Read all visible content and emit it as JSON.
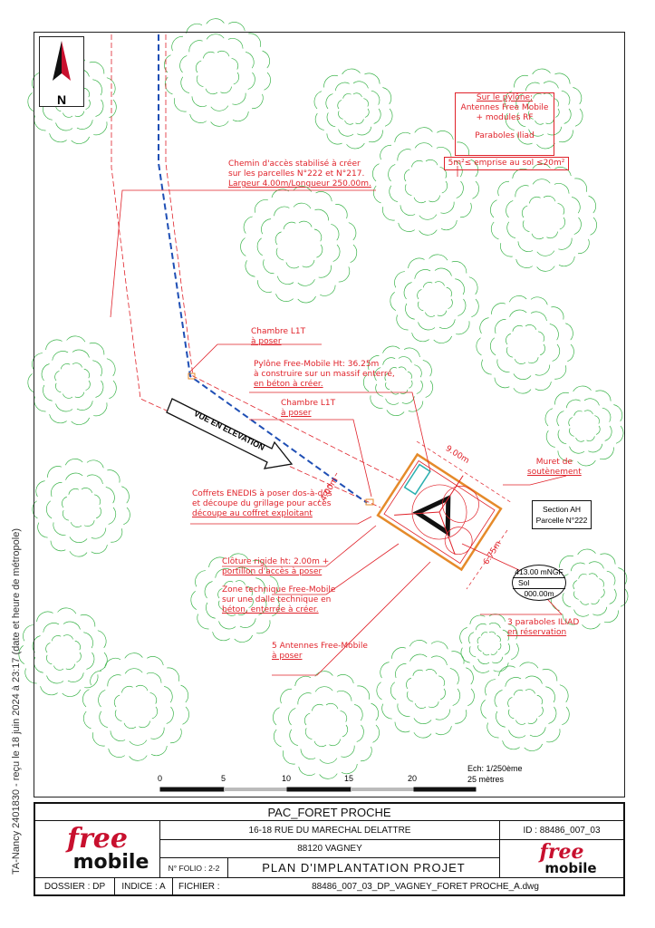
{
  "north": {
    "label": "N"
  },
  "stamp": "TA-Nancy 2401830 - reçu le 18 juin 2024 à 23:17 (date et heure de métropole)",
  "annotations": {
    "pylon_box": {
      "title": "Sur le pylône:",
      "line1": "Antennes Free Mobile",
      "line2": "+ modules RF",
      "line3": "Paraboles Iliad"
    },
    "emprise": "5m²≤ emprise au sol ≤20m²",
    "chemin": [
      "Chemin d'accès stabilisé à créer",
      "sur les parcelles N°222 et N°217.",
      "Largeur 4.00m/Longueur 250.00m."
    ],
    "chambre1": [
      "Chambre L1T",
      "à poser"
    ],
    "pylone": [
      "Pylône Free-Mobile Ht: 36.25m",
      "à construire sur un massif enterré,",
      "en béton à créer."
    ],
    "chambre2": [
      "Chambre L1T",
      "à poser"
    ],
    "vue": "VUE EN ELEVATION",
    "muret": [
      "Muret de",
      "soutènement"
    ],
    "section": [
      "Section AH",
      "Parcelle N°222"
    ],
    "coffrets": [
      "Coffrets ENEDIS à poser dos-à-dos",
      "et découpe du grillage pour accès",
      "découpe au coffret exploitant"
    ],
    "cloture": [
      "Clôture rigide ht: 2.00m +",
      "portillon d'accès à poser"
    ],
    "zone": [
      "Zone technique Free-Mobile",
      "sur une dalle technique en",
      "béton, enterrée à créer."
    ],
    "antennes": [
      "5 Antennes Free-Mobile",
      "à poser"
    ],
    "paraboles": [
      "3 paraboles ILIAD",
      "en réservation"
    ],
    "dim_width": "9.00m",
    "dim_depth": "6.75m",
    "dim_road": "4.00m",
    "level": {
      "ngf": "413.00 mNGF",
      "sol": "Sol",
      "zero": "000.00m"
    }
  },
  "scale": {
    "ticks": [
      "0",
      "5",
      "10",
      "15",
      "20"
    ],
    "ech": "Ech: 1/250ème",
    "length": "25 mètres"
  },
  "title_block": {
    "project": "PAC_FORET PROCHE",
    "address": "16-18 RUE DU MARECHAL DELATTRE",
    "city": "88120 VAGNEY",
    "id": "ID :  88486_007_03",
    "folio": "N° FOLIO : 2-2",
    "plan_title": "PLAN D'IMPLANTATION PROJET",
    "dossier": "DOSSIER :  DP",
    "indice": "INDICE : A",
    "fichier_label": "FICHIER :",
    "fichier": "88486_007_03_DP_VAGNEY_FORET PROCHE_A.dwg",
    "logo_free": "free",
    "logo_mobile": "mobile"
  },
  "colors": {
    "annotation": "#e0222a",
    "trees": "#3cb44b",
    "network": "#1f4fb5",
    "brand": "#c8102e"
  }
}
